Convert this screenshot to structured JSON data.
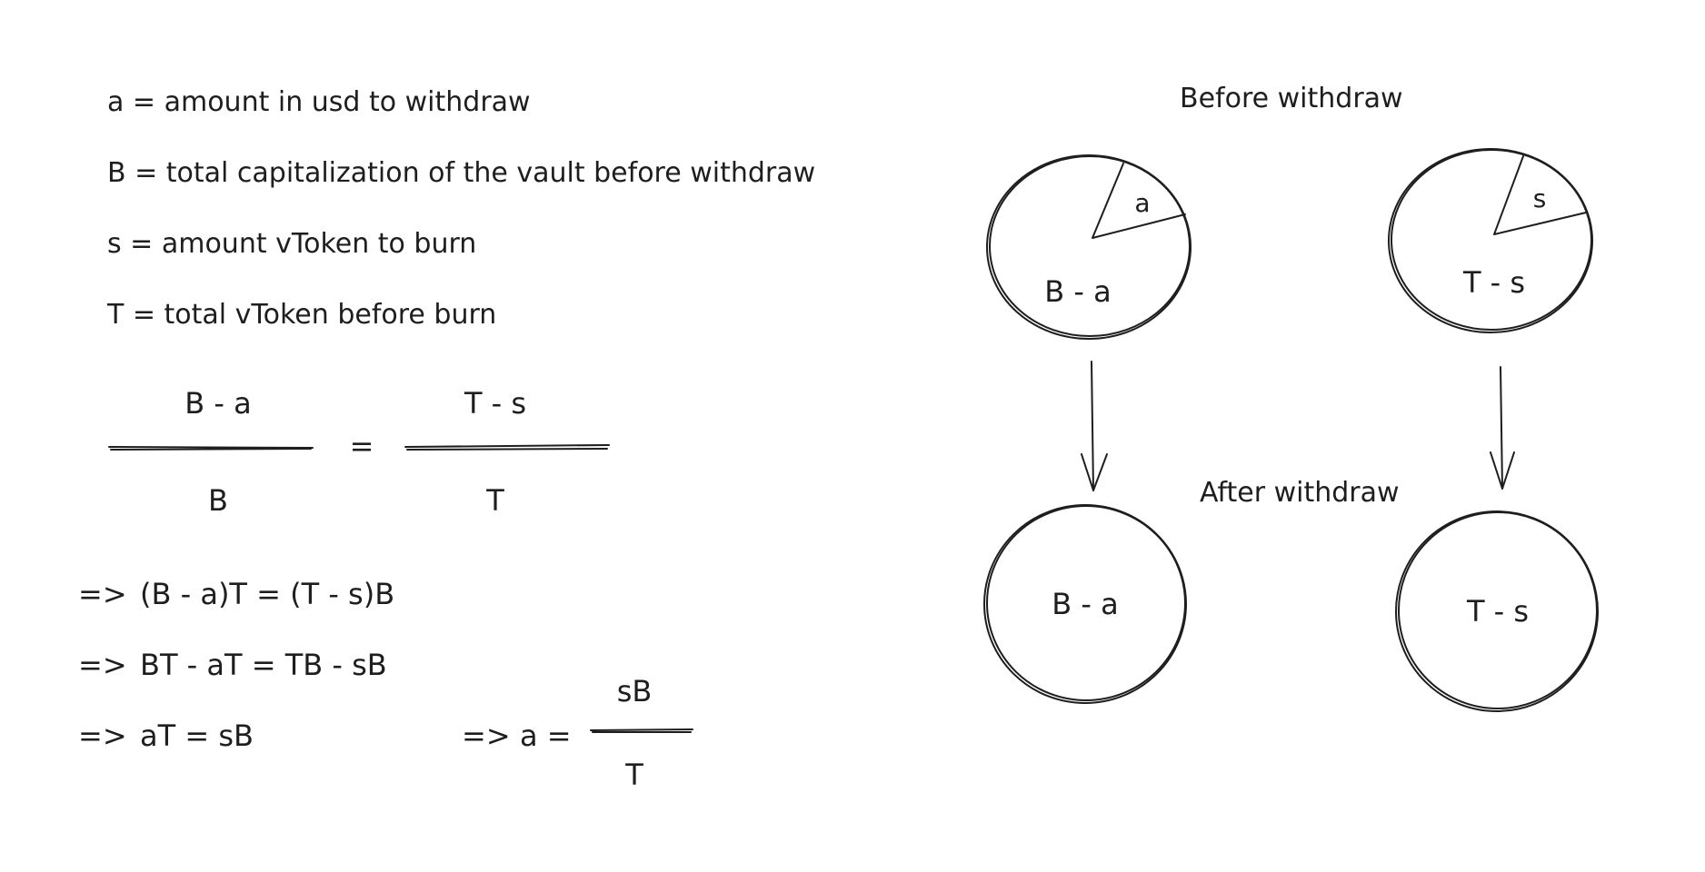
{
  "definitions": [
    "a = amount in usd to withdraw",
    "B = total capitalization of the vault before withdraw",
    "s = amount vToken to burn",
    "T = total vToken before burn"
  ],
  "equation": {
    "left_numerator": "B - a",
    "left_denominator": "B",
    "equals": "=",
    "right_numerator": "T - s",
    "right_denominator": "T"
  },
  "derivation": [
    {
      "arrow": "=>",
      "text": "(B - a)T = (T - s)B"
    },
    {
      "arrow": "=>",
      "text": "BT - aT = TB - sB"
    },
    {
      "arrow": "=>",
      "text": "aT = sB"
    }
  ],
  "result": {
    "arrow": "=>",
    "lhs": "a =",
    "numerator": "sB",
    "denominator": "T"
  },
  "diagram": {
    "before_label": "Before withdraw",
    "after_label": "After withdraw",
    "left_before": {
      "slice_label": "a",
      "body_label": "B - a"
    },
    "right_before": {
      "slice_label": "s",
      "body_label": "T - s"
    },
    "left_after": {
      "body_label": "B - a"
    },
    "right_after": {
      "body_label": "T - s"
    }
  }
}
